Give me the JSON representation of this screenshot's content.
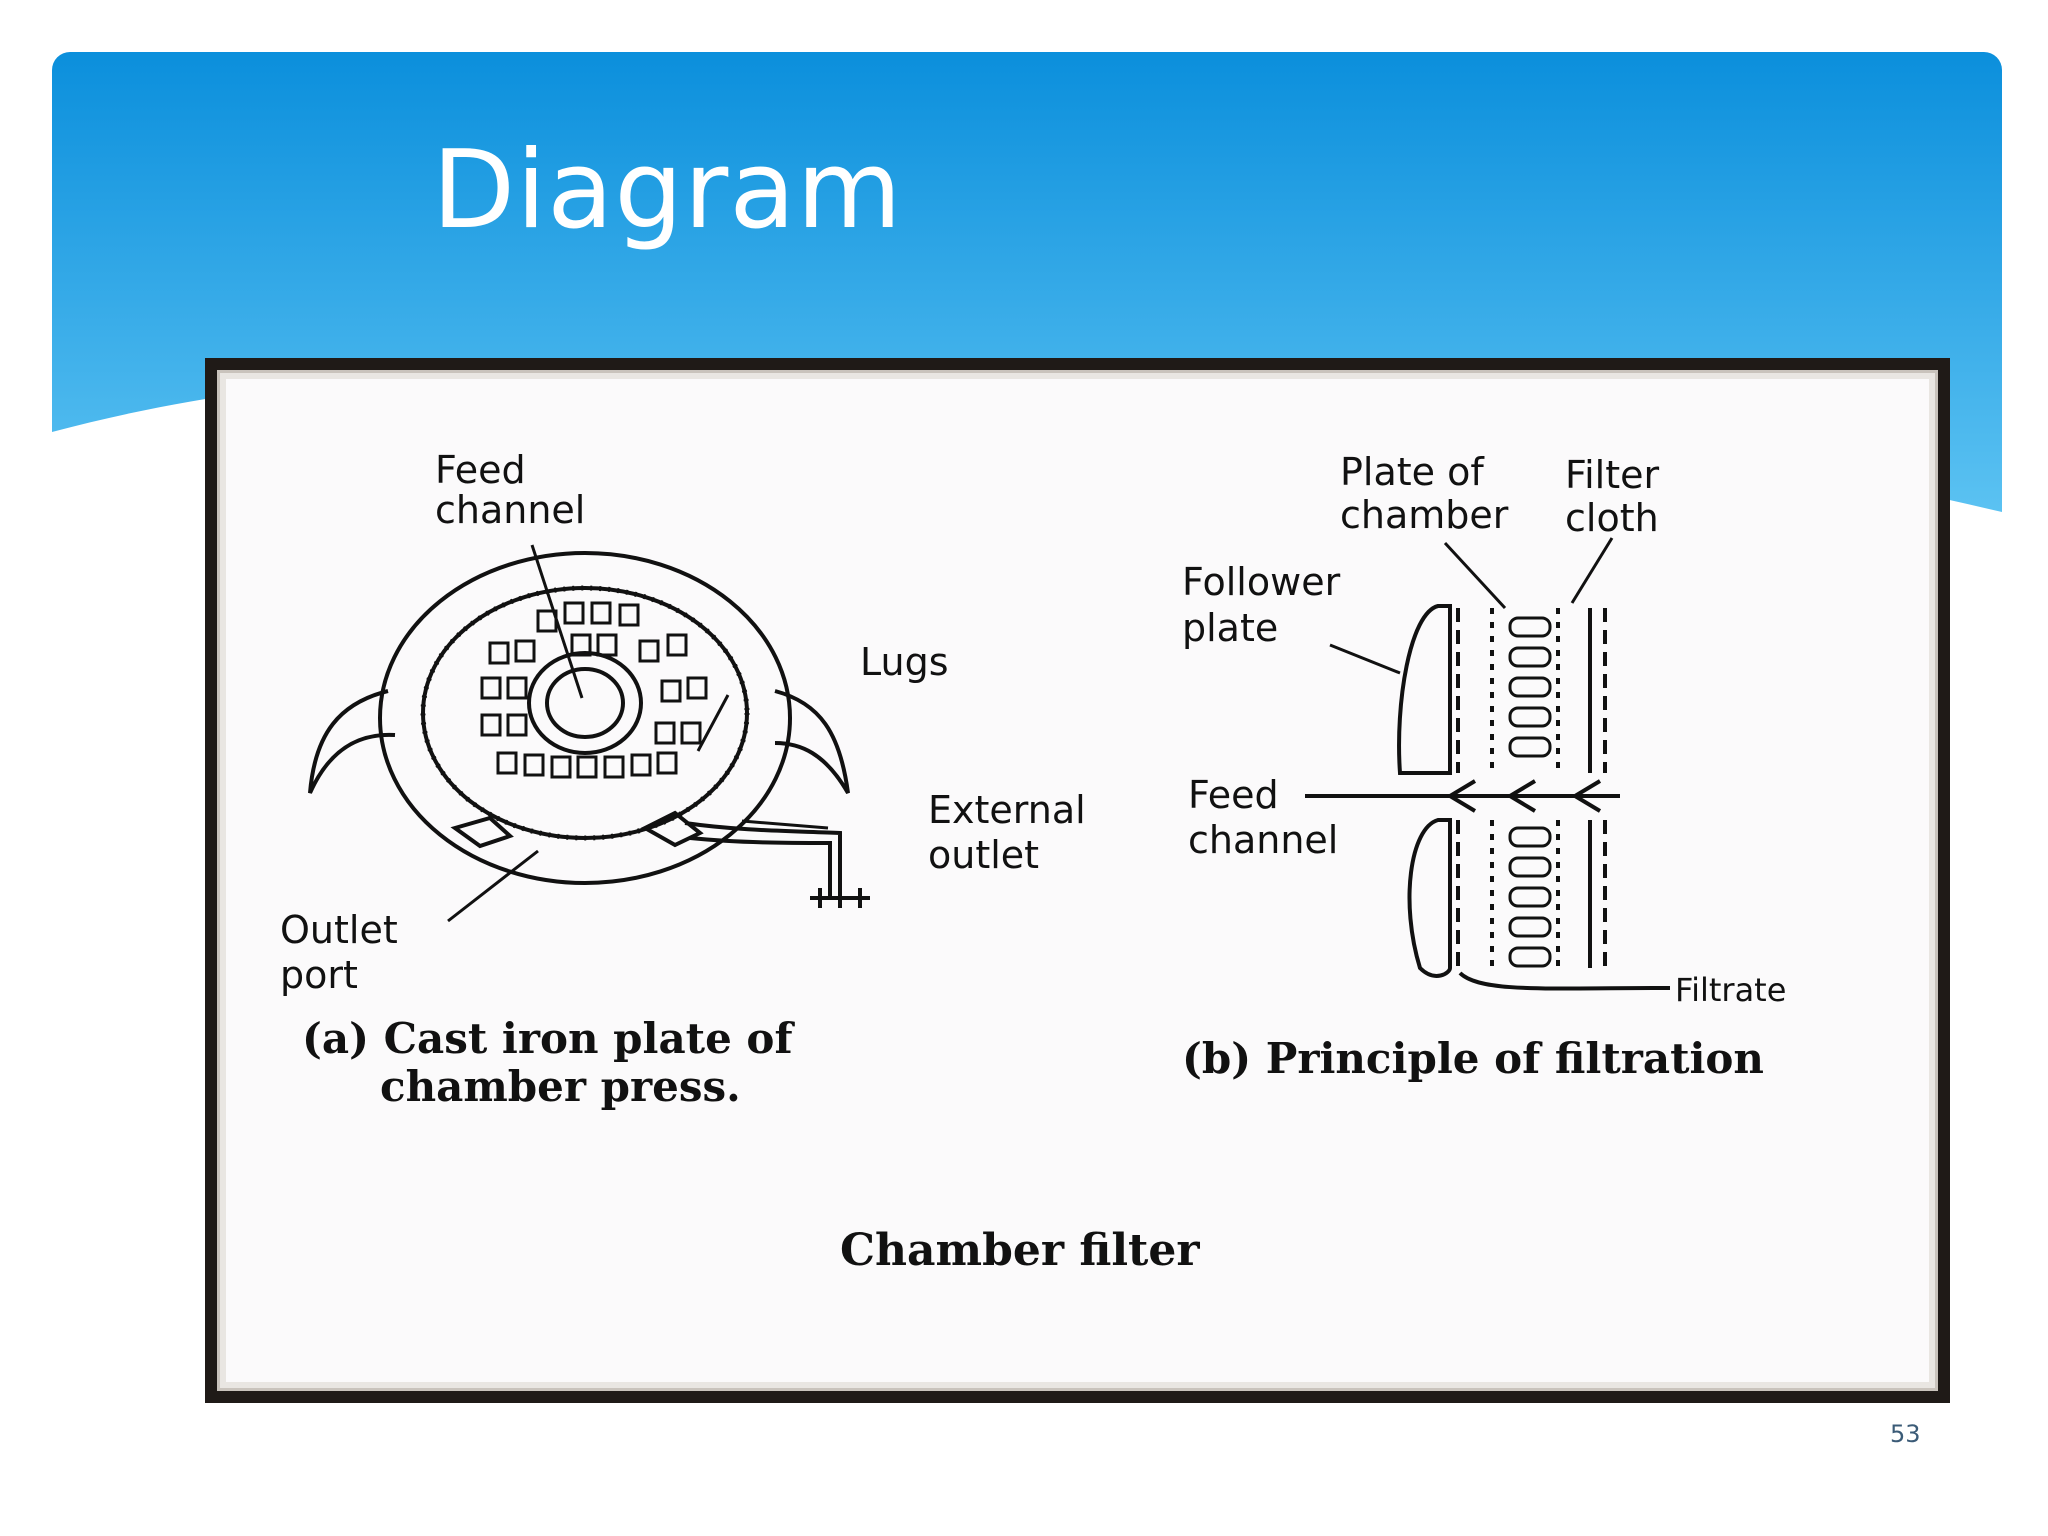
{
  "slide": {
    "title": "Diagram",
    "page_number": "53"
  },
  "diagram": {
    "labels_a": {
      "feed_channel": [
        "Feed",
        "channel"
      ],
      "lugs": "Lugs",
      "external_outlet": [
        "External",
        "outlet"
      ],
      "outlet_port": [
        "Outlet",
        "port"
      ]
    },
    "caption_a": [
      "(a) Cast iron plate of",
      "chamber press."
    ],
    "labels_b": {
      "plate_of_chamber": [
        "Plate of",
        "chamber"
      ],
      "filter_cloth": [
        "Filter",
        "cloth"
      ],
      "follower_plate": [
        "Follower",
        "plate"
      ],
      "feed_channel": [
        "Feed",
        "channel"
      ],
      "filtrate": "Filtrate"
    },
    "caption_b": "(b) Principle of filtration",
    "figure_caption": "Chamber filter"
  },
  "colors": {
    "header_top": "#0b8fdc",
    "header_bottom": "#5bc2f2",
    "frame": "#1f1a17"
  }
}
